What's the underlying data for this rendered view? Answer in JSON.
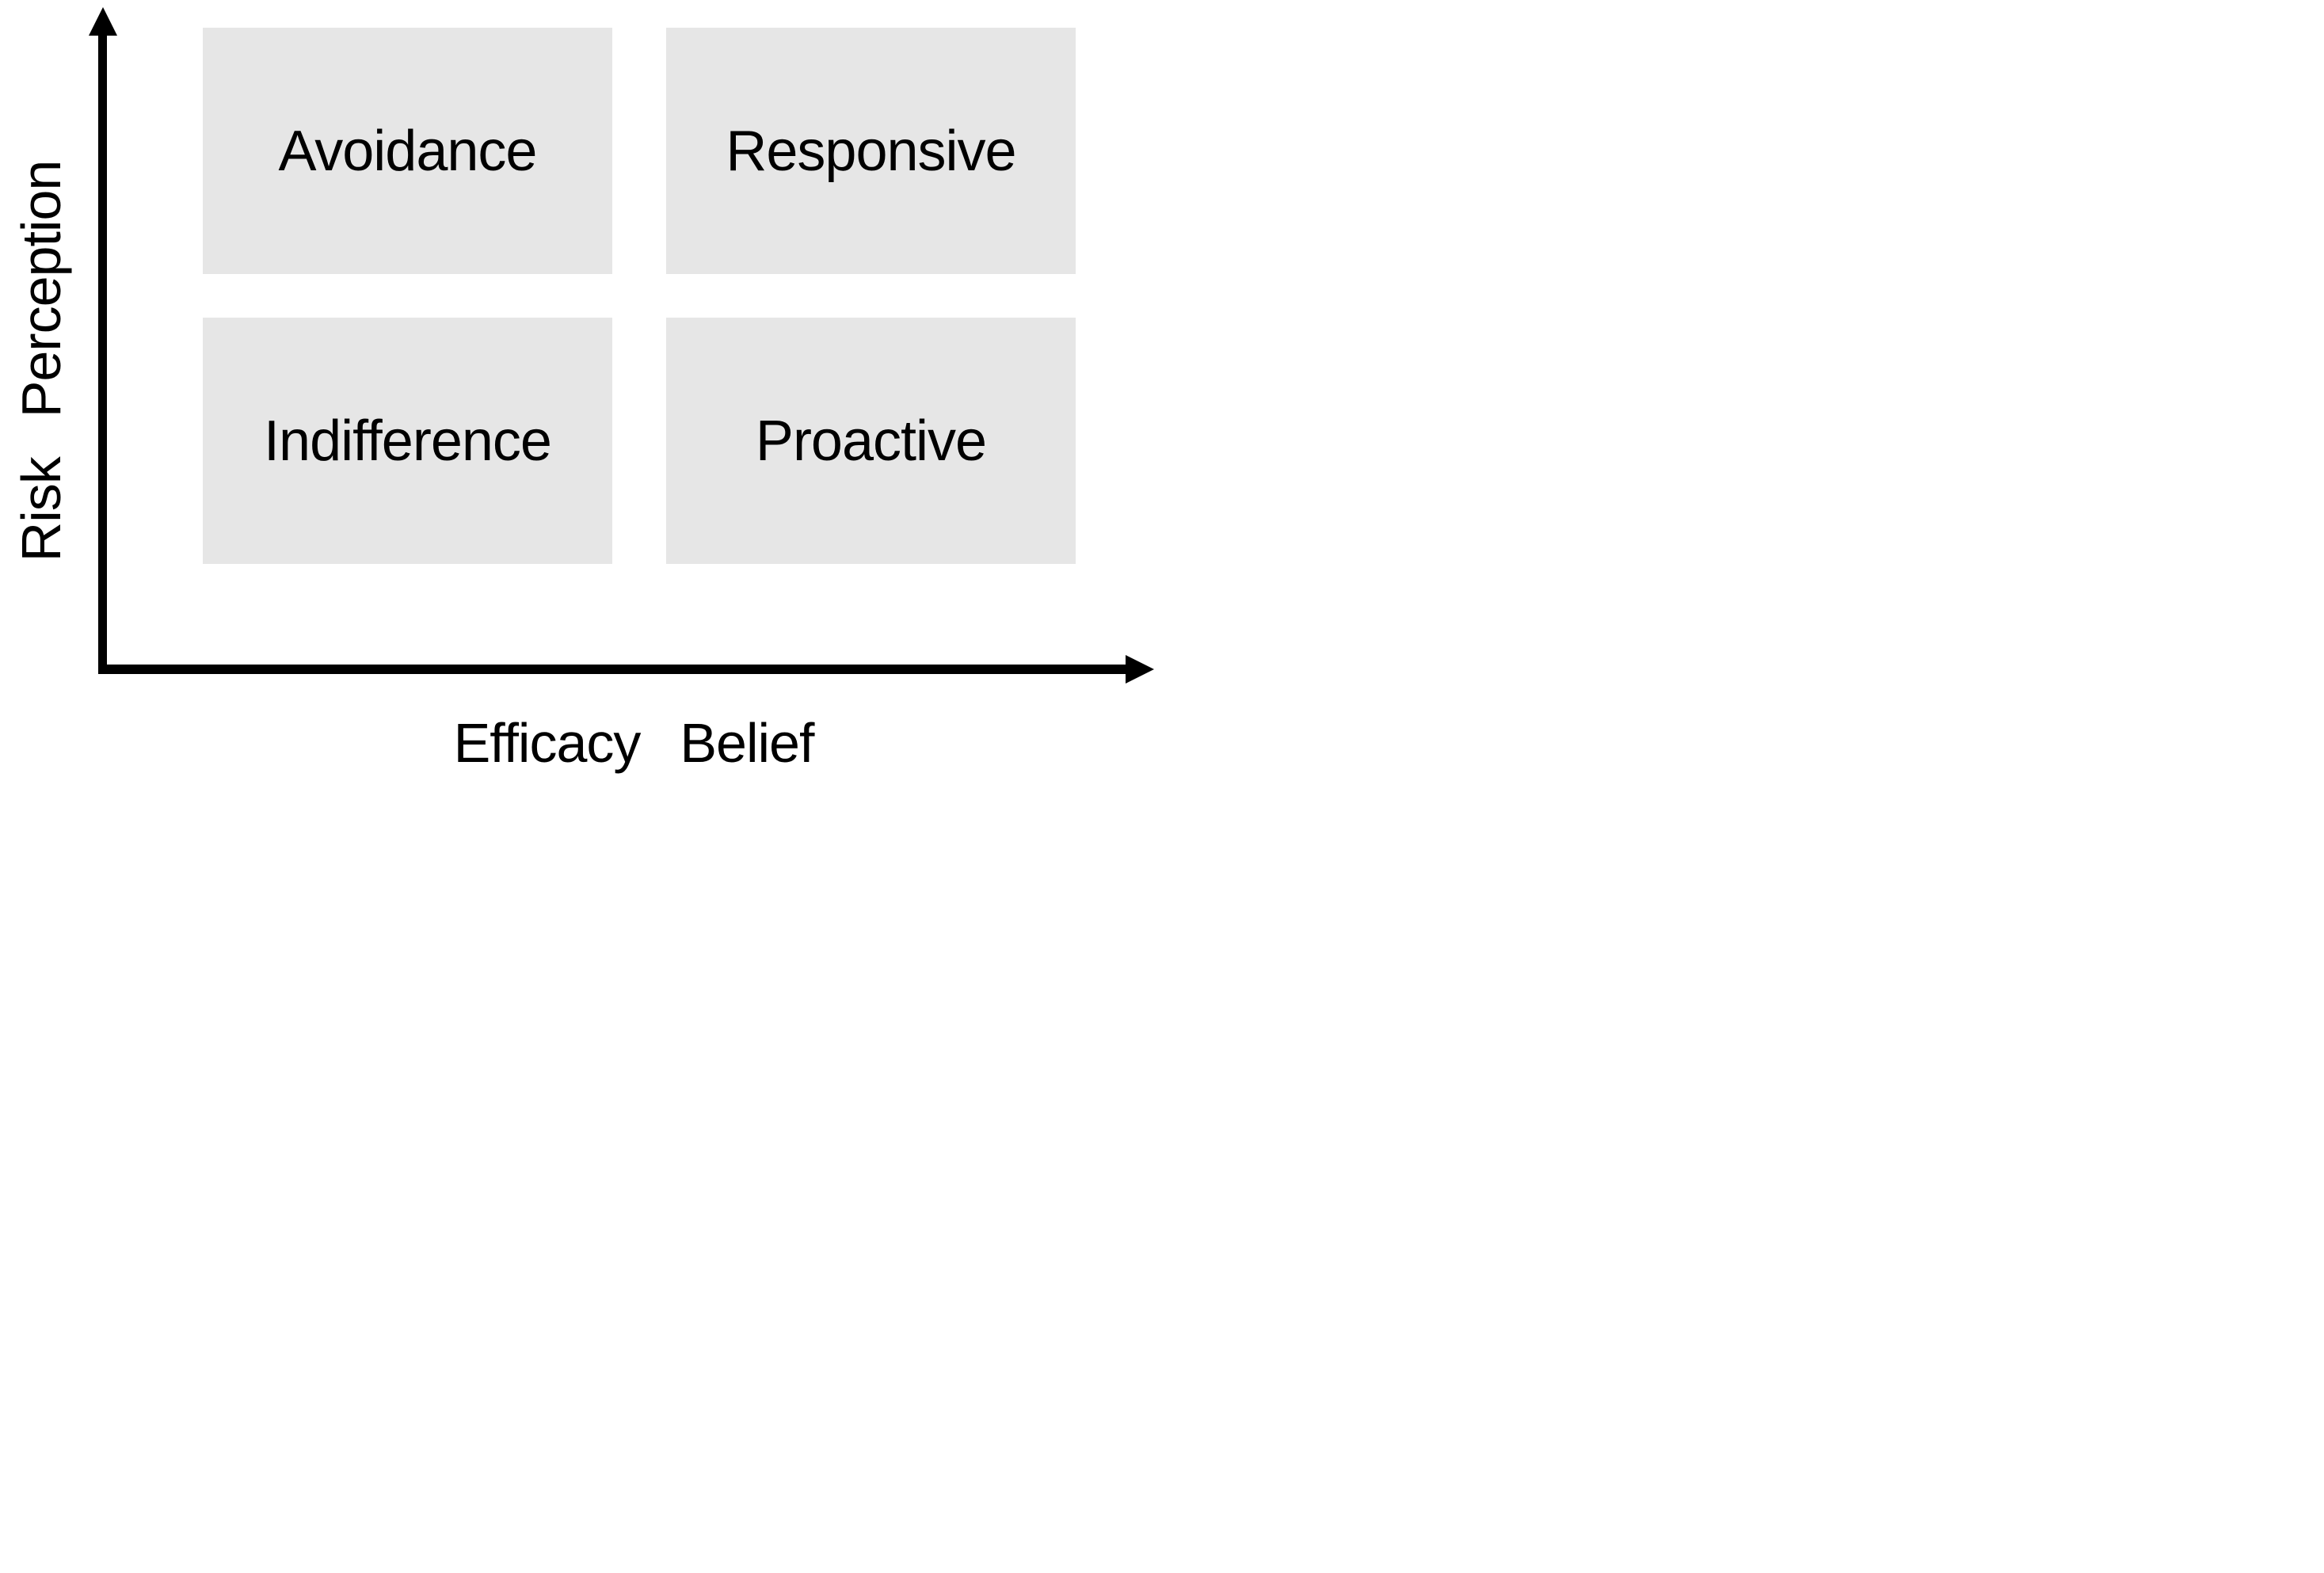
{
  "colors": {
    "background": "#ffffff",
    "box_fill": "#e6e6e6",
    "axis": "#000000",
    "text": "#000000"
  },
  "y_axis": {
    "label": "Risk Perception"
  },
  "x_axis": {
    "label": "Efficacy Belief"
  },
  "quadrants": [
    {
      "position": "top-left",
      "label": "Avoidance"
    },
    {
      "position": "top-right",
      "label": "Responsive"
    },
    {
      "position": "bottom-left",
      "label": "Indifference"
    },
    {
      "position": "bottom-right",
      "label": "Proactive"
    }
  ]
}
